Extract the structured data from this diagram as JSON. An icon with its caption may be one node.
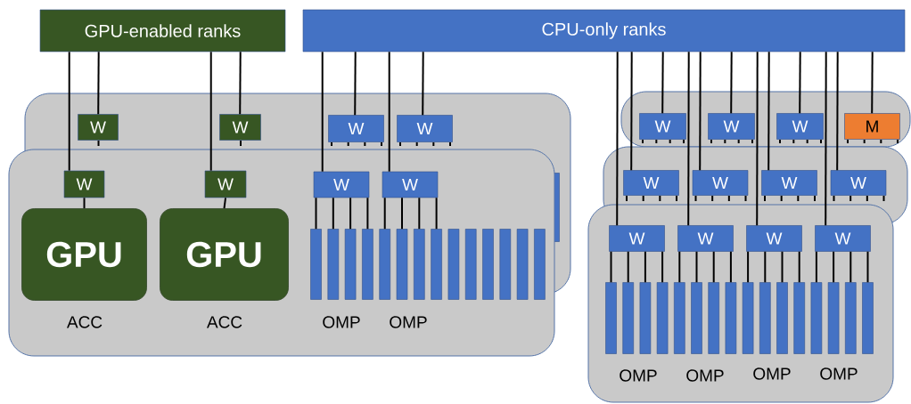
{
  "diagram": {
    "nodes": [
      {
        "text": [
          "GPU-enabled ranks"
        ]
      },
      {
        "text": [
          "CPU-only ranks"
        ]
      },
      {
        "text": [],
        "shape": "box"
      },
      {
        "text": [
          "W"
        ],
        "in": 2
      },
      {
        "text": [
          "W"
        ],
        "in": 2
      },
      {
        "text": [
          "W"
        ],
        "in": 2
      },
      {
        "text": [
          "W"
        ],
        "in": 2
      },
      {
        "text": [],
        "shape": "bar",
        "in": 2
      },
      {
        "text": [],
        "shape": "box"
      },
      {
        "text": [
          "W"
        ]
      },
      {
        "text": [
          "W"
        ]
      },
      {
        "text": [
          "GPU"
        ],
        "beside": [
          "ACC"
        ],
        "in": 8
      },
      {
        "text": [
          "GPU"
        ],
        "beside": [
          "ACC"
        ],
        "in": 8
      },
      {
        "text": [
          "W"
        ]
      },
      {
        "text": [
          "W"
        ]
      },
      {
        "text": [],
        "shape": "bar",
        "in": 8
      },
      {
        "text": [],
        "shape": "bar",
        "in": 8
      },
      {
        "text": [],
        "shape": "bar",
        "in": 8
      },
      {
        "text": [],
        "shape": "bar",
        "in": 8
      },
      {
        "text": [],
        "shape": "bar",
        "in": 8
      },
      {
        "text": [],
        "shape": "bar",
        "in": 8
      },
      {
        "text": [],
        "shape": "bar",
        "in": 8
      },
      {
        "text": [],
        "shape": "bar",
        "in": 8
      },
      {
        "text": [],
        "shape": "bar",
        "in": 8
      },
      {
        "text": [],
        "shape": "bar",
        "in": 8
      },
      {
        "text": [],
        "shape": "bar",
        "in": 8
      },
      {
        "text": [],
        "shape": "bar",
        "in": 8
      },
      {
        "text": [],
        "shape": "bar",
        "in": 8
      },
      {
        "text": [],
        "shape": "bar",
        "in": 8
      },
      {
        "text": [],
        "shape": "box"
      },
      {
        "text": [
          "W"
        ],
        "in": 29
      },
      {
        "text": [
          "W"
        ],
        "in": 29
      },
      {
        "text": [
          "W"
        ],
        "in": 29
      },
      {
        "text": [
          "M"
        ],
        "in": 29
      },
      {
        "text": [],
        "shape": "box"
      },
      {
        "text": [
          "W"
        ],
        "in": 34
      },
      {
        "text": [
          "W"
        ],
        "in": 34
      },
      {
        "text": [
          "W"
        ],
        "in": 34
      },
      {
        "text": [
          "W"
        ],
        "in": 34
      },
      {
        "text": [],
        "shape": "box"
      },
      {
        "text": [
          "W"
        ],
        "in": 39
      },
      {
        "text": [
          "W"
        ],
        "in": 39
      },
      {
        "text": [
          "W"
        ],
        "in": 39
      },
      {
        "text": [
          "W"
        ],
        "in": 39
      },
      {
        "text": [],
        "shape": "bar",
        "in": 39
      },
      {
        "text": [],
        "shape": "bar",
        "in": 39
      },
      {
        "text": [],
        "shape": "bar",
        "in": 39
      },
      {
        "text": [],
        "shape": "bar",
        "in": 39
      },
      {
        "text": [],
        "shape": "bar",
        "in": 39
      },
      {
        "text": [],
        "shape": "bar",
        "in": 39
      },
      {
        "text": [],
        "shape": "bar",
        "in": 39
      },
      {
        "text": [],
        "shape": "bar",
        "in": 39
      },
      {
        "text": [],
        "shape": "bar",
        "in": 39
      },
      {
        "text": [],
        "shape": "bar",
        "in": 39
      },
      {
        "text": [],
        "shape": "bar",
        "in": 39
      },
      {
        "text": [],
        "shape": "bar",
        "in": 39
      },
      {
        "text": [],
        "shape": "bar",
        "in": 39
      },
      {
        "text": [],
        "shape": "bar",
        "in": 39
      },
      {
        "text": [],
        "shape": "bar",
        "in": 39
      },
      {
        "text": [],
        "shape": "bar",
        "in": 39
      }
    ],
    "edges": [
      {
        "from": 0,
        "to": 9,
        "arrow": "none"
      },
      {
        "from": 0,
        "to": 3,
        "arrow": "none"
      },
      {
        "from": 0,
        "to": 10,
        "arrow": "none"
      },
      {
        "from": 0,
        "to": 4,
        "arrow": "none"
      },
      {
        "from": 1,
        "to": 13,
        "arrow": "none"
      },
      {
        "from": 1,
        "to": 5,
        "arrow": "none"
      },
      {
        "from": 1,
        "to": 14,
        "arrow": "none"
      },
      {
        "from": 1,
        "to": 6,
        "arrow": "none"
      },
      {
        "from": 1,
        "to": 40,
        "arrow": "none"
      },
      {
        "from": 1,
        "to": 35,
        "arrow": "none"
      },
      {
        "from": 1,
        "to": 30,
        "arrow": "none"
      },
      {
        "from": 1,
        "to": 41,
        "arrow": "none"
      },
      {
        "from": 1,
        "to": 36,
        "arrow": "none"
      },
      {
        "from": 1,
        "to": 31,
        "arrow": "none"
      },
      {
        "from": 1,
        "to": 42,
        "arrow": "none"
      },
      {
        "from": 1,
        "to": 37,
        "arrow": "none"
      },
      {
        "from": 1,
        "to": 32,
        "arrow": "none"
      },
      {
        "from": 1,
        "to": 43,
        "arrow": "none"
      },
      {
        "from": 1,
        "to": 38,
        "arrow": "none"
      },
      {
        "from": 1,
        "to": 33,
        "arrow": "none"
      },
      {
        "from": 9,
        "to": 11,
        "arrow": "none"
      },
      {
        "from": 10,
        "to": 12,
        "arrow": "none"
      },
      {
        "from": 13,
        "to": 15,
        "arrow": "none"
      },
      {
        "from": 13,
        "to": 16,
        "arrow": "none"
      },
      {
        "from": 13,
        "to": 17,
        "arrow": "none"
      },
      {
        "from": 13,
        "to": 18,
        "arrow": "none"
      },
      {
        "from": 14,
        "to": 19,
        "arrow": "none"
      },
      {
        "from": 14,
        "to": 20,
        "arrow": "none"
      },
      {
        "from": 14,
        "to": 21,
        "arrow": "none"
      },
      {
        "from": 14,
        "to": 22,
        "arrow": "none"
      },
      {
        "from": 40,
        "to": 44,
        "arrow": "none"
      },
      {
        "from": 40,
        "to": 45,
        "arrow": "none"
      },
      {
        "from": 40,
        "to": 46,
        "arrow": "none"
      },
      {
        "from": 40,
        "to": 47,
        "arrow": "none"
      },
      {
        "from": 41,
        "to": 48,
        "arrow": "none"
      },
      {
        "from": 41,
        "to": 49,
        "arrow": "none"
      },
      {
        "from": 41,
        "to": 50,
        "arrow": "none"
      },
      {
        "from": 41,
        "to": 51,
        "arrow": "none"
      },
      {
        "from": 42,
        "to": 52,
        "arrow": "none"
      },
      {
        "from": 42,
        "to": 53,
        "arrow": "none"
      },
      {
        "from": 42,
        "to": 54,
        "arrow": "none"
      },
      {
        "from": 42,
        "to": 55,
        "arrow": "none"
      },
      {
        "from": 43,
        "to": 56,
        "arrow": "none"
      },
      {
        "from": 43,
        "to": 57,
        "arrow": "none"
      },
      {
        "from": 43,
        "to": 58,
        "arrow": "none"
      },
      {
        "from": 43,
        "to": 59,
        "arrow": "none"
      }
    ],
    "labels": [
      "OMP",
      "OMP",
      "OMP",
      "OMP",
      "OMP",
      "OMP"
    ]
  }
}
